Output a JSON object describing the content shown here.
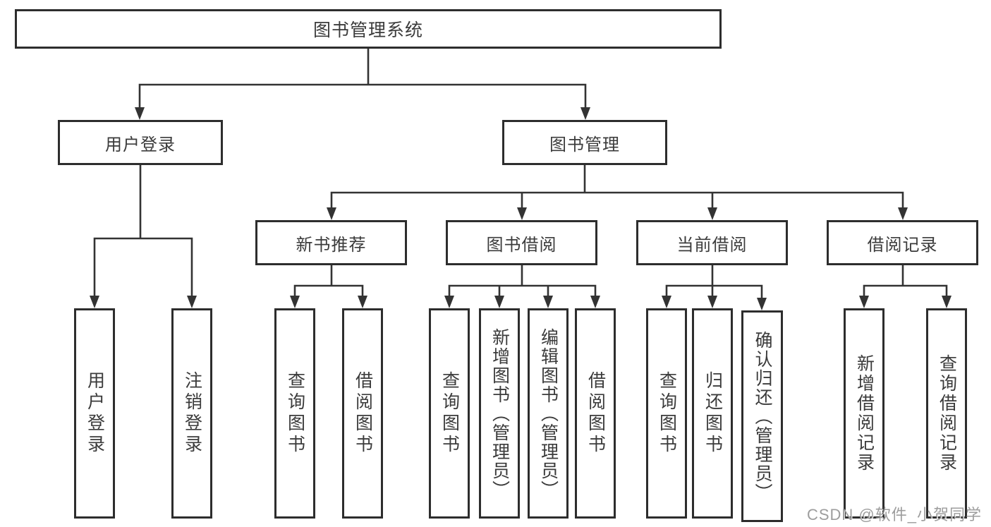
{
  "tree": {
    "label": "图书管理系统",
    "children": [
      {
        "label": "用户登录",
        "children": [
          {
            "label": "用户登录"
          },
          {
            "label": "注销登录"
          }
        ]
      },
      {
        "label": "图书管理",
        "children": [
          {
            "label": "新书推荐",
            "children": [
              {
                "label": "查询图书"
              },
              {
                "label": "借阅图书"
              }
            ]
          },
          {
            "label": "图书借阅",
            "children": [
              {
                "label": "查询图书"
              },
              {
                "label": "新增图书（管理员）"
              },
              {
                "label": "编辑图书（管理员）"
              },
              {
                "label": "借阅图书"
              }
            ]
          },
          {
            "label": "当前借阅",
            "children": [
              {
                "label": "查询图书"
              },
              {
                "label": "归还图书"
              },
              {
                "label": "确认归还（管理员）"
              }
            ]
          },
          {
            "label": "借阅记录",
            "children": [
              {
                "label": "新增借阅记录"
              },
              {
                "label": "查询借阅记录"
              }
            ]
          }
        ]
      }
    ]
  },
  "watermark": {
    "text": "CSDN @软件_小贺同学"
  },
  "colors": {
    "line": "#333333",
    "box_border": "#2d2d2d",
    "text": "#3b3b3b",
    "background": "#ffffff",
    "watermark": "#8c8c8c"
  }
}
